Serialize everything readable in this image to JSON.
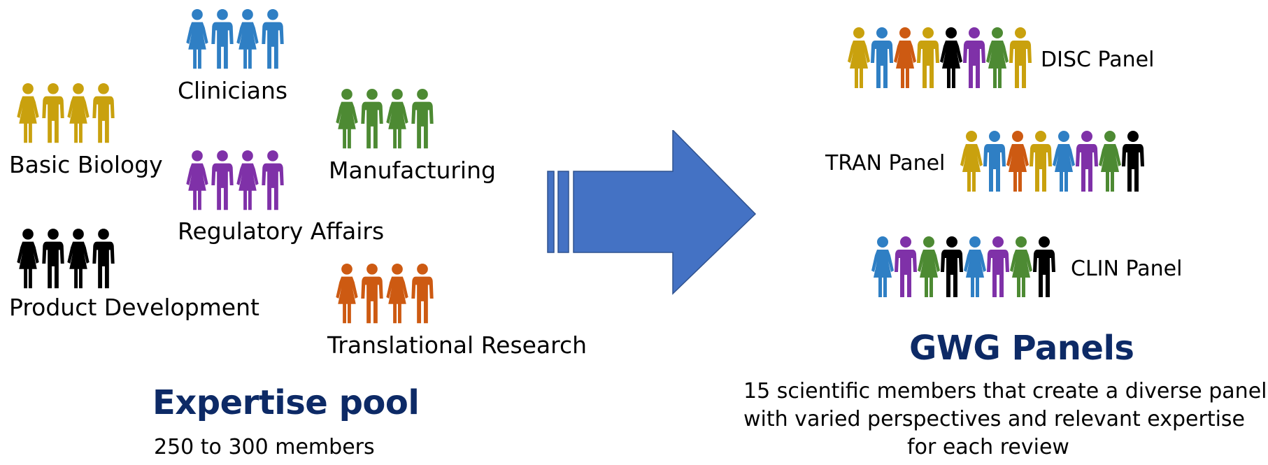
{
  "colors": {
    "gold": "#c9a10e",
    "blue": "#2f7fc4",
    "green": "#4d8a33",
    "purple": "#7f31a8",
    "black": "#000000",
    "orange": "#cd5a12",
    "arrow": "#4472c4",
    "heading": "#0d2a66"
  },
  "groups": [
    {
      "label": "Clinicians",
      "color": "blue",
      "icon": "people-group-icon"
    },
    {
      "label": "Basic Biology",
      "color": "gold",
      "icon": "people-group-icon"
    },
    {
      "label": "Manufacturing",
      "color": "green",
      "icon": "people-group-icon"
    },
    {
      "label": "Regulatory Affairs",
      "color": "purple",
      "icon": "people-group-icon"
    },
    {
      "label": "Product Development",
      "color": "black",
      "icon": "people-group-icon"
    },
    {
      "label": "Translational Research",
      "color": "orange",
      "icon": "people-group-icon"
    }
  ],
  "expertise_pool": {
    "title": "Expertise pool",
    "subtitle": "250 to 300 members"
  },
  "arrow": {
    "icon": "right-arrow-icon"
  },
  "panels": [
    {
      "label": "DISC Panel",
      "members": [
        "gold",
        "blue",
        "orange",
        "gold",
        "black",
        "purple",
        "green",
        "gold"
      ]
    },
    {
      "label": "TRAN Panel",
      "members": [
        "gold",
        "blue",
        "orange",
        "gold",
        "blue",
        "purple",
        "green",
        "black"
      ]
    },
    {
      "label": "CLIN Panel",
      "members": [
        "blue",
        "purple",
        "green",
        "black",
        "blue",
        "purple",
        "green",
        "black"
      ]
    }
  ],
  "gwg": {
    "title": "GWG Panels",
    "description_lines": [
      "15 scientific members that create a diverse panel",
      "with varied perspectives and relevant expertise",
      "for each review"
    ]
  }
}
